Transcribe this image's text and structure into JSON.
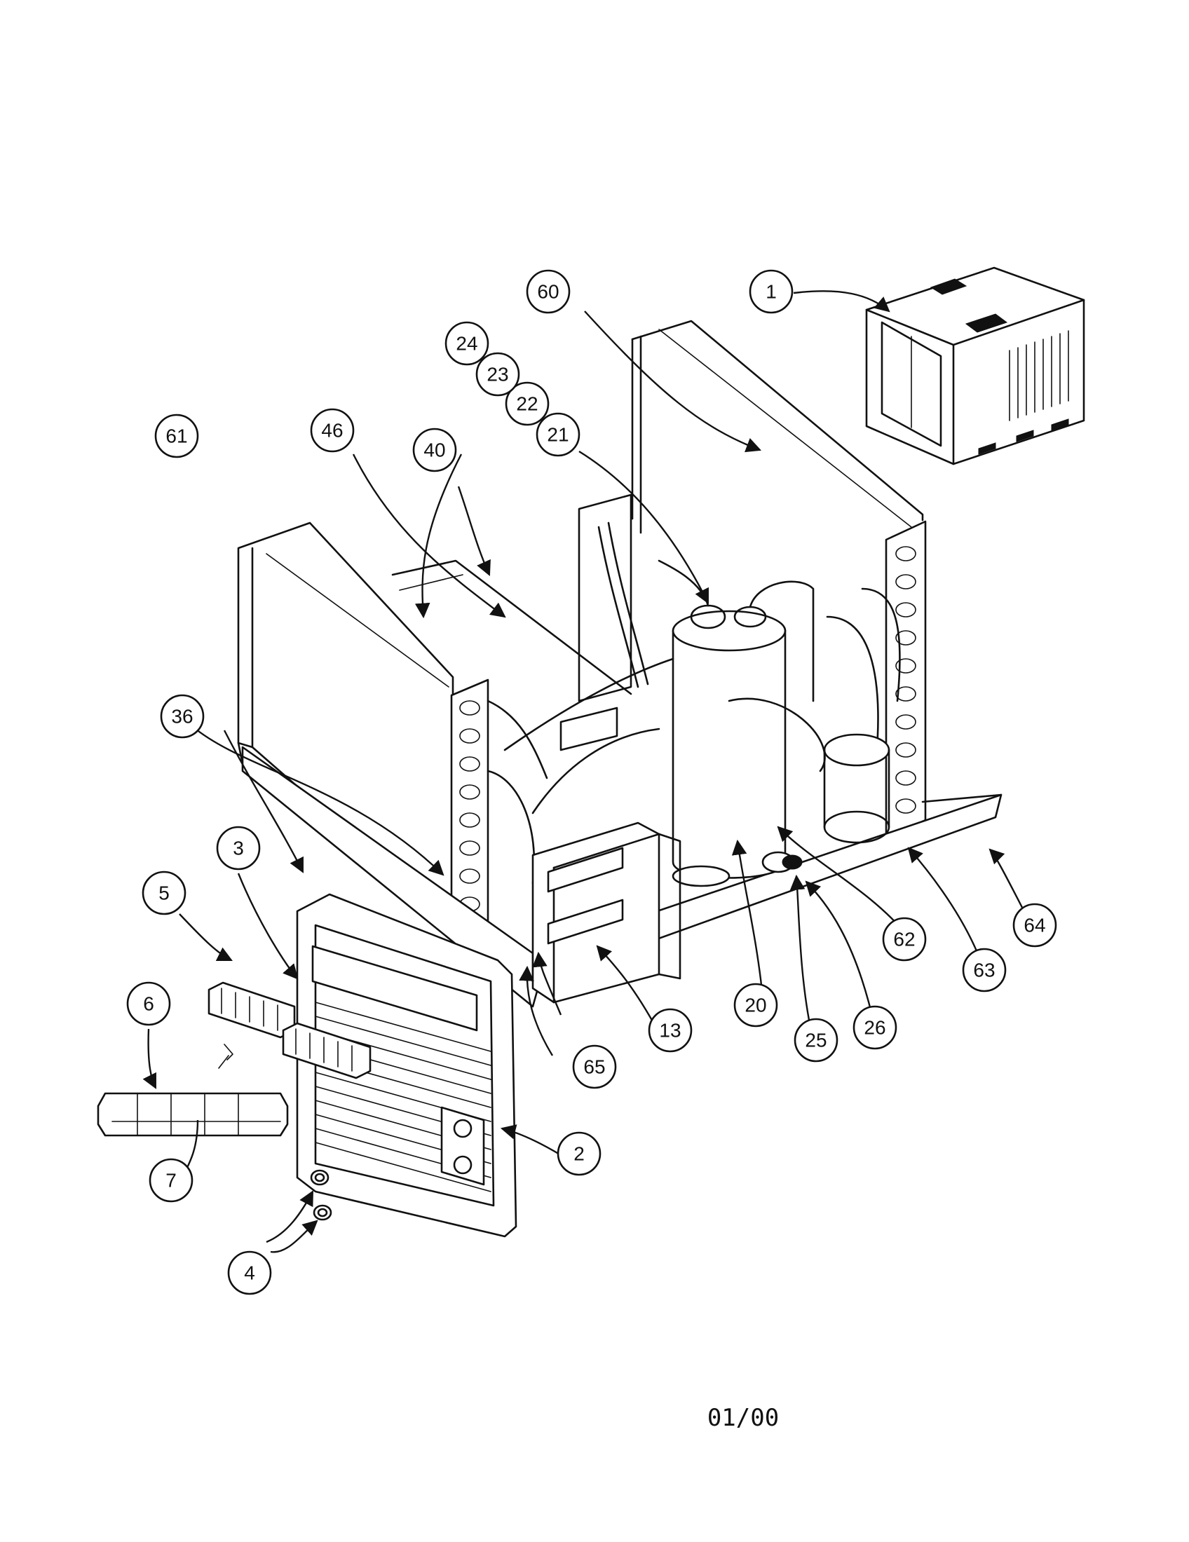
{
  "diagram": {
    "callouts": [
      {
        "label": "1"
      },
      {
        "label": "2"
      },
      {
        "label": "3"
      },
      {
        "label": "4"
      },
      {
        "label": "5"
      },
      {
        "label": "6"
      },
      {
        "label": "7"
      },
      {
        "label": "13"
      },
      {
        "label": "20"
      },
      {
        "label": "21"
      },
      {
        "label": "22"
      },
      {
        "label": "23"
      },
      {
        "label": "24"
      },
      {
        "label": "25"
      },
      {
        "label": "26"
      },
      {
        "label": "36"
      },
      {
        "label": "40"
      },
      {
        "label": "46"
      },
      {
        "label": "60"
      },
      {
        "label": "61"
      },
      {
        "label": "62"
      },
      {
        "label": "63"
      },
      {
        "label": "64"
      },
      {
        "label": "65"
      }
    ],
    "revision_code": "01/00"
  }
}
